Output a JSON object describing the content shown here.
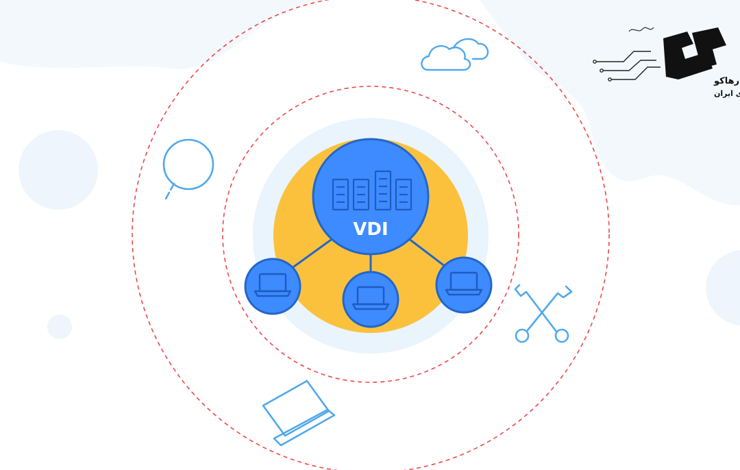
{
  "diagram": {
    "center_label": "VDI",
    "nodes": [
      "laptop-client-left",
      "laptop-client-middle",
      "laptop-client-right"
    ]
  },
  "logo": {
    "name": "رهاکو",
    "tagline": "مرجع مجازی سازی ایران"
  },
  "colors": {
    "accent_blue": "#3D8BFF",
    "line_blue": "#2466C8",
    "hub_yellow": "#FBC13D",
    "ring_red": "#EE4747",
    "soft_blue": "#E9F4FD",
    "outline_blue": "#4FA8EC"
  },
  "icons": [
    "server-rack-icon",
    "laptop-icon",
    "cloud-icon",
    "magnifier-icon",
    "wrench-icon",
    "laptop-outline-icon"
  ]
}
